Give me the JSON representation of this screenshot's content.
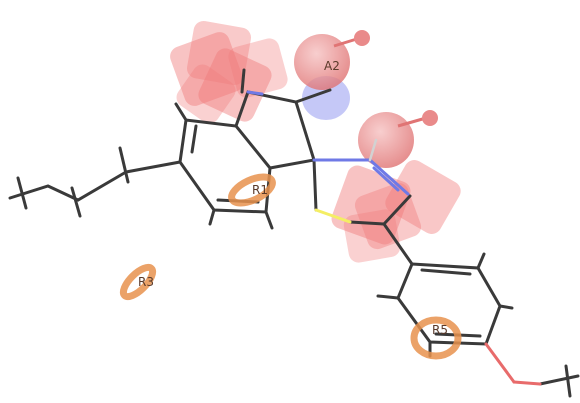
{
  "labels": {
    "acceptor_2": "A2",
    "ring_1": "R1",
    "ring_3": "R3",
    "ring_5": "R5"
  },
  "colors": {
    "background": "#ffffff",
    "carbon_bond": "#3a3a3a",
    "nitrogen_bond": "#6f79e6",
    "sulfur_bond": "#f4ee64",
    "oxygen_bond": "#e86b6b",
    "hydrogen_bond": "#d2d2d2",
    "hydrophobic_feature": "#f07a7a",
    "acceptor_feature": "#ee8d8d",
    "aromatic_feature": "#e8924e"
  }
}
